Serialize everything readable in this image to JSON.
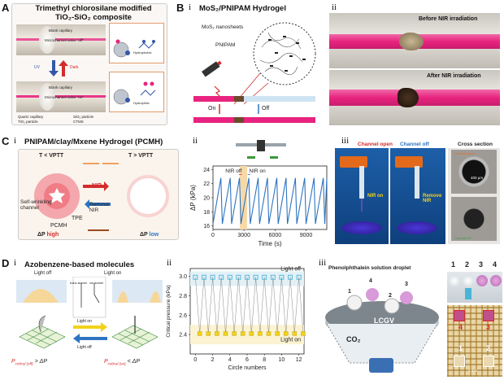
{
  "panelA": {
    "letter": "A",
    "title_line1": "Trimethyl chlorosilane modified",
    "title_line2": "TiO₂-SiO₂ composite",
    "top_labels": [
      "Blank capillary",
      "Microchannel valve \"off\""
    ],
    "bottom_labels": [
      "Blank capillary",
      "Microchannel valve \"on\""
    ],
    "uv_label": "UV",
    "dark_label": "Dark",
    "hydrophobic": "Hydrophobic",
    "hydrophilic": "Hydrophilic",
    "legend": [
      "Quartz capillary",
      "SiO₂ particle",
      "TiO₂ particle",
      "CTMS"
    ]
  },
  "panelB": {
    "letter": "B",
    "sub_i": "i",
    "sub_ii": "ii",
    "title": "MoS₂/PNIPAM Hydrogel",
    "nanosheets": "MoS₂ nanosheets",
    "pnipam": "PNIPAM",
    "on": "On",
    "off": "Off",
    "before": "Before NIR irradiation",
    "after": "After NIR irradiation"
  },
  "panelC": {
    "letter": "C",
    "sub_i": "i",
    "sub_ii": "ii",
    "sub_iii": "iii",
    "title": "PNIPAM/clay/Mxene Hydrogel (PCMH)",
    "t_low": "T < VPTT",
    "t_high": "T > VPTT",
    "nir": "NIR",
    "remove_nir": "Remove NIR",
    "self_wrinkling": "Self-wrinkling channel",
    "pcmh": "PCMH",
    "tpe": "TPE",
    "dp_high_prefix": "ΔP",
    "dp_high": "high",
    "dp_low_prefix": "ΔP",
    "dp_low": "low",
    "channel_open": "Channel open",
    "channel_off": "Channel off",
    "cross_section": "Cross section",
    "nir_on": "NIR on",
    "remove_nir_photo": "Remove NIR",
    "scale": "400 µm",
    "channel_open_small": "Channel open",
    "channel_off_small": "Channel off"
  },
  "chartC": {
    "chart_data": {
      "type": "line",
      "title": "",
      "xlabel": "Time (s)",
      "ylabel": "ΔP (kPa)",
      "xlim": [
        0,
        11000
      ],
      "ylim": [
        15.5,
        24.5
      ],
      "xticks": [
        0,
        3000,
        6000,
        9000
      ],
      "yticks": [
        16,
        18,
        20,
        22,
        24
      ],
      "annotations": [
        "NIR off",
        "NIR on"
      ],
      "period": 900,
      "high": 22.8,
      "low": 16.3
    }
  },
  "panelD": {
    "letter": "D",
    "sub_i": "i",
    "sub_ii": "ii",
    "sub_iii": "iii",
    "title": "Azobenzene-based molecules",
    "light_off": "Light off",
    "light_on": "Light on",
    "trans": "trans-isomer",
    "cis": "cis-isomer",
    "light_on_arrow": "Light on",
    "light_off_arrow": "Light off",
    "p_left": "P",
    "p_left_sub": "critical (off)",
    "p_left_tail": " > ΔP",
    "p_right": "P",
    "p_right_sub": "critical (on)",
    "p_right_tail": " < ΔP",
    "phenol": "Phenolphthalein solution droplet",
    "lcgv": "LCGV",
    "co2": "CO₂",
    "drop_nums_top": [
      "1",
      "2",
      "3",
      "4"
    ],
    "drop_nums_3d": [
      "1",
      "4",
      "2",
      "3"
    ],
    "grid_nums": [
      "4",
      "3",
      "1",
      "2"
    ],
    "scale_d": "2 mm"
  },
  "chartD": {
    "chart_data": {
      "type": "line",
      "title": "",
      "xlabel": "Circle numbers",
      "ylabel": "Critical pressure (kPa)",
      "xlim": [
        -0.6,
        12.6
      ],
      "ylim": [
        2.2,
        3.08
      ],
      "xticks": [
        0,
        2,
        4,
        6,
        8,
        10,
        12
      ],
      "yticks": [
        2.4,
        2.6,
        2.8,
        3.0
      ],
      "series": [
        {
          "name": "Light off",
          "values": [
            2.99,
            2.99,
            2.99,
            2.99,
            2.99,
            2.99,
            2.99,
            2.99,
            2.99,
            2.99,
            2.99,
            2.99,
            2.99
          ]
        },
        {
          "name": "Light on",
          "values": [
            2.41,
            2.41,
            2.41,
            2.41,
            2.41,
            2.41,
            2.41,
            2.41,
            2.41,
            2.41,
            2.41,
            2.41,
            2.41
          ]
        }
      ],
      "x": [
        0,
        1,
        2,
        3,
        4,
        5,
        6,
        7,
        8,
        9,
        10,
        11,
        12
      ]
    }
  },
  "colors": {
    "pink": "#e8237f",
    "blue": "#2e74c0",
    "highlight": "#f7d9a8",
    "cyanMarker": "#4ab4d8",
    "yellowMarker": "#f2d21a",
    "red": "#d32c2c"
  }
}
